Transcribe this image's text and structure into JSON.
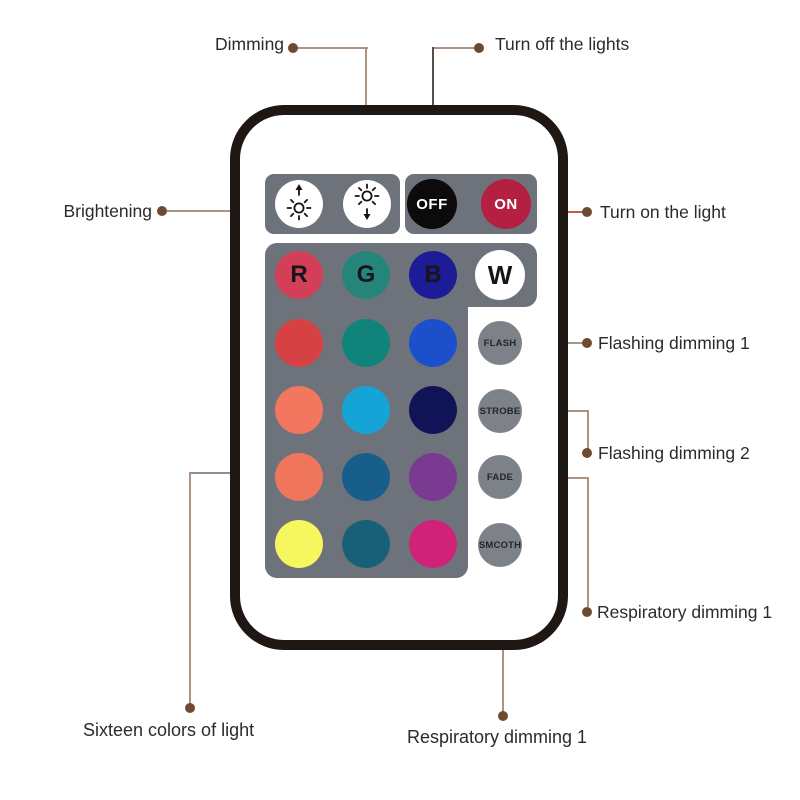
{
  "annotations": {
    "dimming": "Dimming",
    "turn_off": "Turn off the lights",
    "brightening": "Brightening",
    "turn_on": "Turn on the light",
    "flashing_1": "Flashing dimming 1",
    "flashing_2": "Flashing dimming 2",
    "respiratory_right": "Respiratory dimming 1",
    "sixteen_colors": "Sixteen colors of light",
    "respiratory_bottom": "Respiratory dimming 1"
  },
  "remote": {
    "power": {
      "off": "OFF",
      "on": "ON"
    },
    "power_colors": {
      "off": "#0c0a0b",
      "on": "#b42041"
    },
    "rgbw_row": [
      {
        "label": "R",
        "color": "#d23f57"
      },
      {
        "label": "G",
        "color": "#26857b"
      },
      {
        "label": "B",
        "color": "#1c1d96"
      },
      {
        "label": "W",
        "color": "#ffffff"
      }
    ],
    "color_grid": [
      [
        "#d64243",
        "#10837b",
        "#1c50cb"
      ],
      [
        "#f3775f",
        "#16a3d6",
        "#111357"
      ],
      [
        "#f0765b",
        "#175f8a",
        "#7b3a92"
      ],
      [
        "#f6f65e",
        "#186077",
        "#ce2378"
      ]
    ],
    "mode_buttons": [
      "FLASH",
      "STROBE",
      "FADE",
      "SMCOTH"
    ],
    "icons": {
      "brighten": "sun-brighten-icon",
      "dim": "sun-dim-icon"
    }
  },
  "theme": {
    "panel_gray": "#6e737b",
    "mode_button_gray": "#7d8289",
    "remote_border": "#1e1713",
    "leader_line": "#ad9382",
    "leader_dot": "#6f4a33"
  }
}
